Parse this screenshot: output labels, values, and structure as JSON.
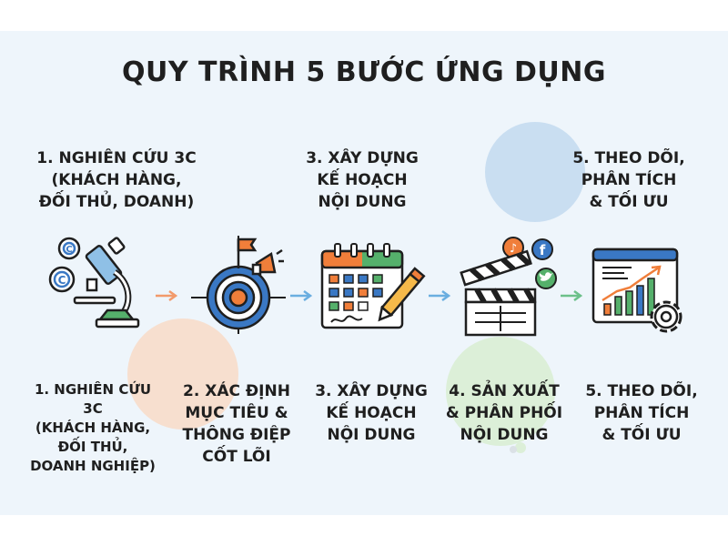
{
  "title": "QUY TRÌNH 5 BƯỚC ỨNG DỤNG",
  "top_labels": {
    "step1": "1. NGHIÊN CỨU 3C\n(KHÁCH HÀNG,\nĐỐI THỦ, DOANH)",
    "step3": "3. XÂY DỰNG\nKẾ HOẠCH\nNỘI DUNG",
    "step5": "5. THEO DÕI,\nPHÂN TÍCH\n& TỐI ƯU"
  },
  "bottom_labels": {
    "step1": "1. NGHIÊN CỨU\n3C\n(KHÁCH HÀNG,\nĐỐI THỦ,\nDOANH NGHIỆP)",
    "step2": "2. XÁC ĐỊNH\nMỤC TIÊU &\nTHÔNG ĐIỆP\nCỐT LÕI",
    "step3": "3. XÂY DỰNG\nKẾ HOẠCH\nNỘI DUNG",
    "step4": "4. SẢN XUẤT\n& PHÂN PHỐI\nNỘI DUNG",
    "step5": "5. THEO DÕI,\nPHÂN TÍCH\n& TỐI ƯU"
  },
  "icons": {
    "step1": "microscope-icon",
    "step2": "target-icon",
    "step3": "calendar-icon",
    "step4": "clapperboard-icon",
    "step5": "analytics-chart-icon",
    "c_badge_text": "C",
    "tiktok_glyph": "♪",
    "facebook_glyph": "f"
  },
  "colors": {
    "background": "#eef5fb",
    "text": "#1f1f1f",
    "arrow_1": "#f29a6b",
    "arrow_2": "#6aaee0",
    "arrow_3": "#6aaee0",
    "arrow_4": "#6cc08a",
    "blue": "#3a78c4",
    "orange": "#f07e3a",
    "green": "#55b06b"
  }
}
